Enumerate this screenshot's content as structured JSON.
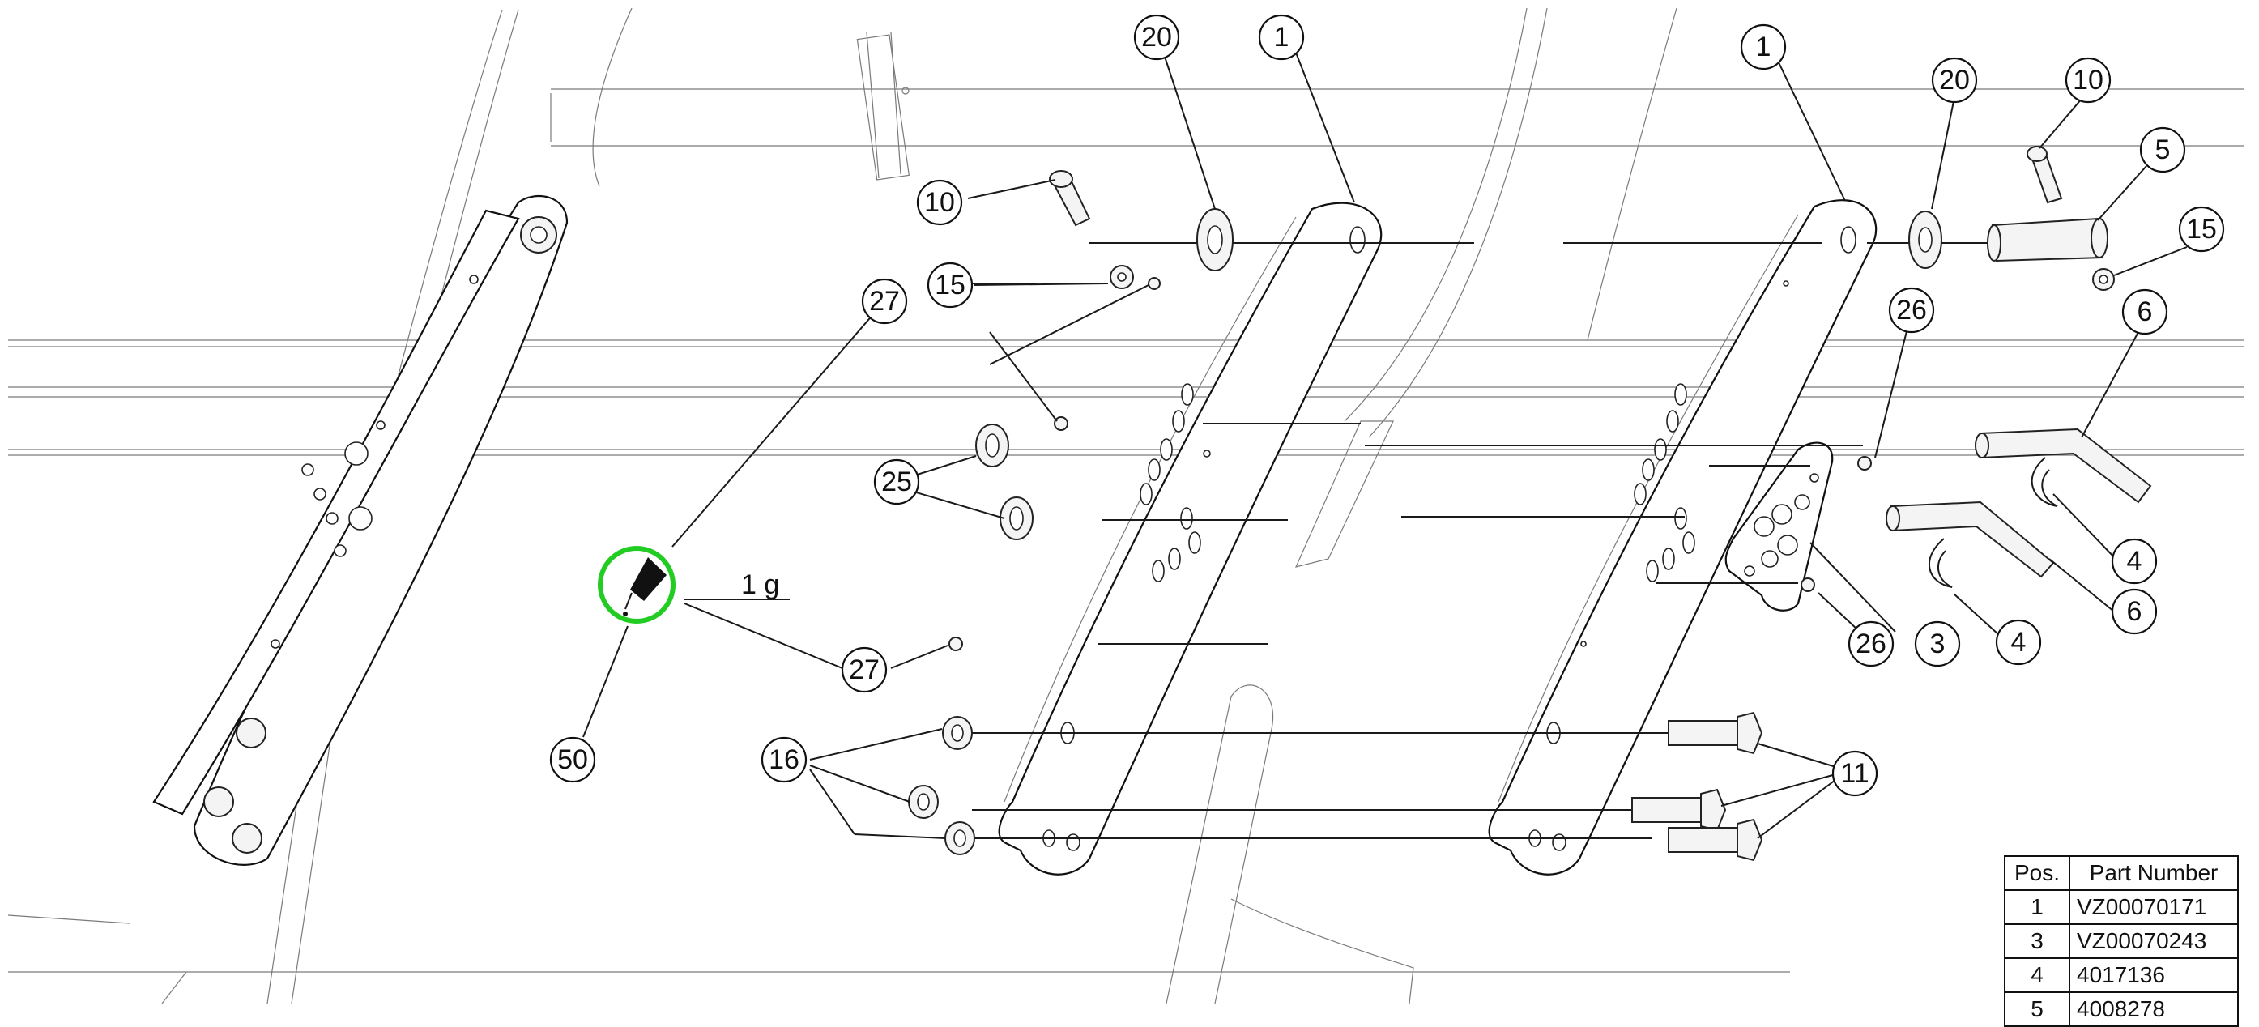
{
  "callouts": {
    "c1": "1",
    "c1b": "1",
    "c20": "20",
    "c20b": "20",
    "c10": "10",
    "c10b": "10",
    "c5": "5",
    "c15": "15",
    "c15b": "15",
    "c26": "26",
    "c26b": "26",
    "c6": "6",
    "c6b": "6",
    "c4": "4",
    "c4b": "4",
    "c3": "3",
    "c27": "27",
    "c27b": "27",
    "c25": "25",
    "c50": "50",
    "c16": "16",
    "c11": "11"
  },
  "adhesive": {
    "quantity": "1 g",
    "highlight_color": "#22cc22"
  },
  "bom": {
    "headers": [
      "Pos.",
      "Part Number"
    ],
    "rows": [
      {
        "pos": "1",
        "part": "VZ00070171"
      },
      {
        "pos": "3",
        "part": "VZ00070243"
      },
      {
        "pos": "4",
        "part": "4017136"
      },
      {
        "pos": "5",
        "part": "4008278"
      }
    ]
  }
}
